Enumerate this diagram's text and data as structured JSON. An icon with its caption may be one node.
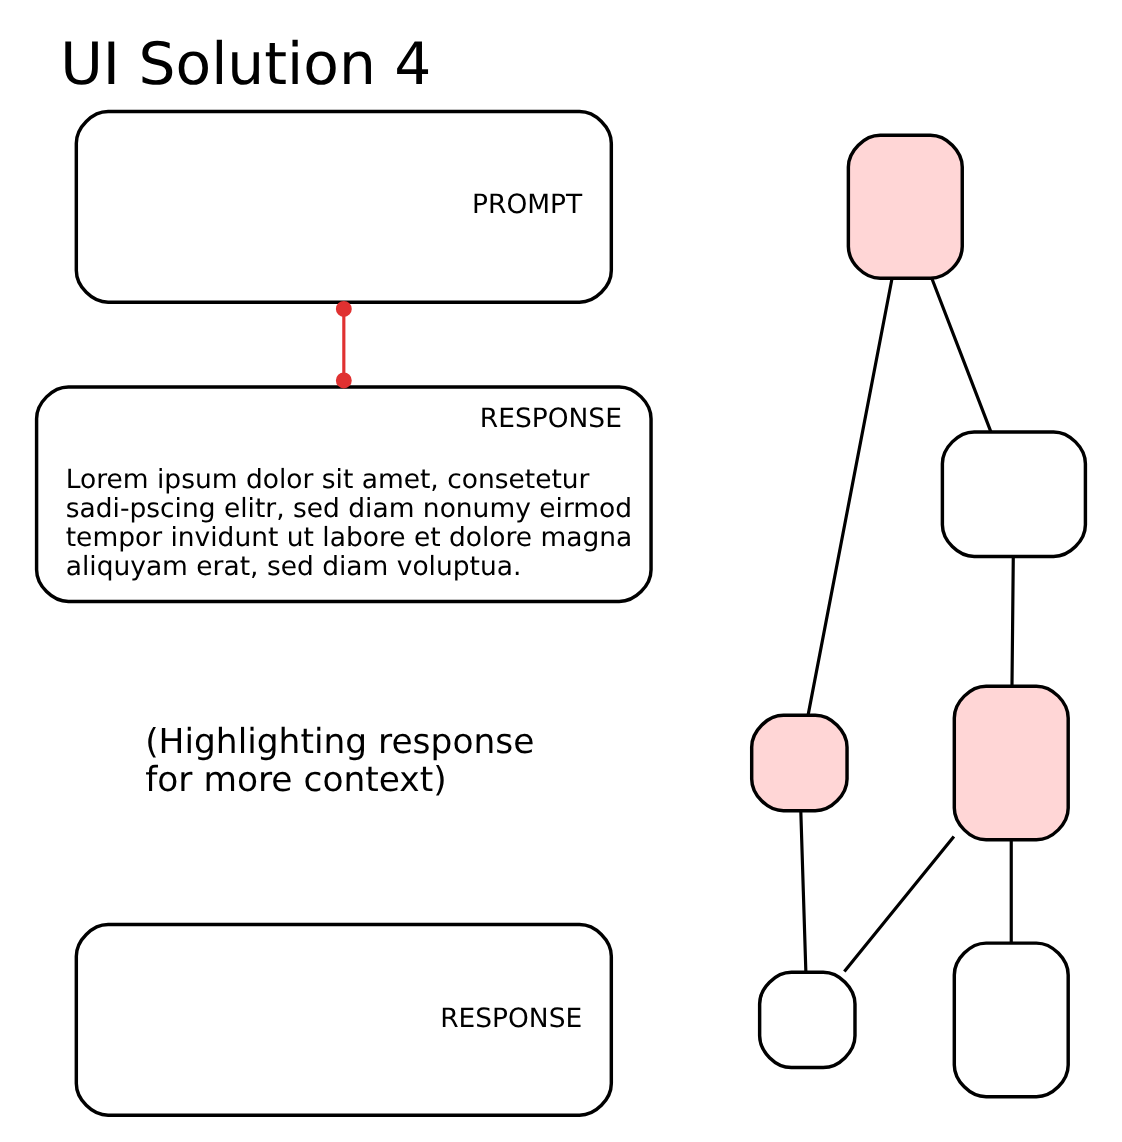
{
  "diagram": {
    "title": "UI Solution 4",
    "nodes": [
      {
        "text": [
          "PROMPT"
        ]
      },
      {
        "text": [
          "RESPONSE",
          "Lorem ipsum dolor sit amet, consetetur sadi-pscing elitr, sed diam nonumy eirmod tempor invidunt ut labore et dolore magna aliquyam erat, sed diam voluptua."
        ]
      },
      {
        "text": [
          "RESPONSE"
        ]
      },
      {
        "text": [],
        "shape": "box"
      },
      {
        "text": [],
        "shape": "box"
      },
      {
        "text": [],
        "shape": "box"
      },
      {
        "text": [],
        "shape": "box"
      },
      {
        "text": [],
        "shape": "box"
      },
      {
        "text": [],
        "shape": "box"
      }
    ],
    "edges": [
      {
        "from": 0,
        "to": 1,
        "arrow": "other",
        "color": "#e03131"
      },
      {
        "from": 3,
        "to": 5,
        "arrow": "none"
      },
      {
        "from": 3,
        "to": 4,
        "arrow": "none"
      },
      {
        "from": 5,
        "to": 6,
        "arrow": "none"
      },
      {
        "from": 6,
        "to": 7,
        "arrow": "none"
      },
      {
        "from": 4,
        "to": 8,
        "arrow": "none"
      },
      {
        "from": 6,
        "to": 8,
        "arrow": "none"
      }
    ],
    "labels": [
      "(Highlighting response for more context)"
    ]
  }
}
